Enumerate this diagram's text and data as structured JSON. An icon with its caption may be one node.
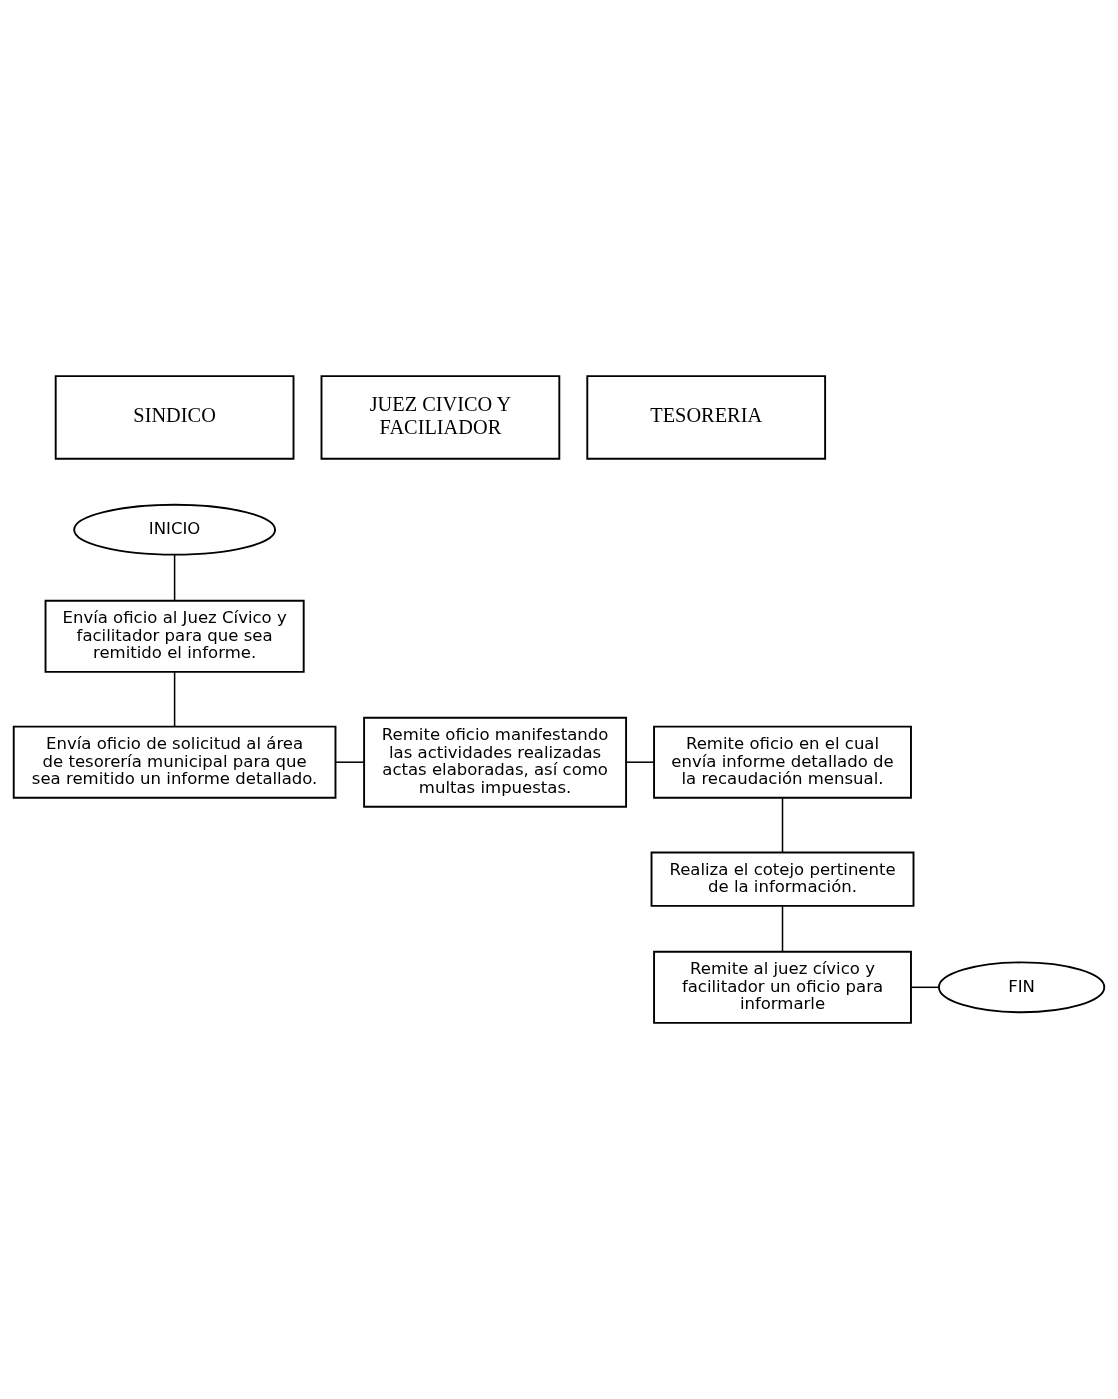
{
  "diagram": {
    "nodes": [
      {
        "text": [
          "SINDICO"
        ]
      },
      {
        "text": [
          "JUEZ CIVICO Y FACILIADOR"
        ]
      },
      {
        "text": [
          "TESORERIA"
        ]
      },
      {
        "text": [
          "INICIO"
        ]
      },
      {
        "text": [
          "Envía oficio al Juez Cívico y facilitador para que sea remitido el informe."
        ]
      },
      {
        "text": [
          "Envía oficio de solicitud al área de tesorería municipal para que sea remitido un informe detallado."
        ]
      },
      {
        "text": [
          "Remite oficio manifestando las actividades realizadas actas elaboradas, así como multas impuestas."
        ]
      },
      {
        "text": [
          "Remite oficio en el cual envía informe detallado de la recaudación mensual."
        ]
      },
      {
        "text": [
          "Realiza el cotejo pertinente de la información."
        ]
      },
      {
        "text": [
          "Remite al juez cívico y facilitador un oficio para informarle"
        ]
      },
      {
        "text": [
          "FIN"
        ]
      }
    ],
    "edges": [
      {
        "from": 3,
        "to": 4,
        "arrow": "none"
      },
      {
        "from": 4,
        "to": 5,
        "arrow": "none"
      },
      {
        "from": 5,
        "to": 6,
        "arrow": "none"
      },
      {
        "from": 6,
        "to": 7,
        "arrow": "none"
      },
      {
        "from": 7,
        "to": 8,
        "arrow": "none"
      },
      {
        "from": 8,
        "to": 9,
        "arrow": "none"
      },
      {
        "from": 9,
        "to": 10,
        "arrow": "none"
      }
    ]
  }
}
